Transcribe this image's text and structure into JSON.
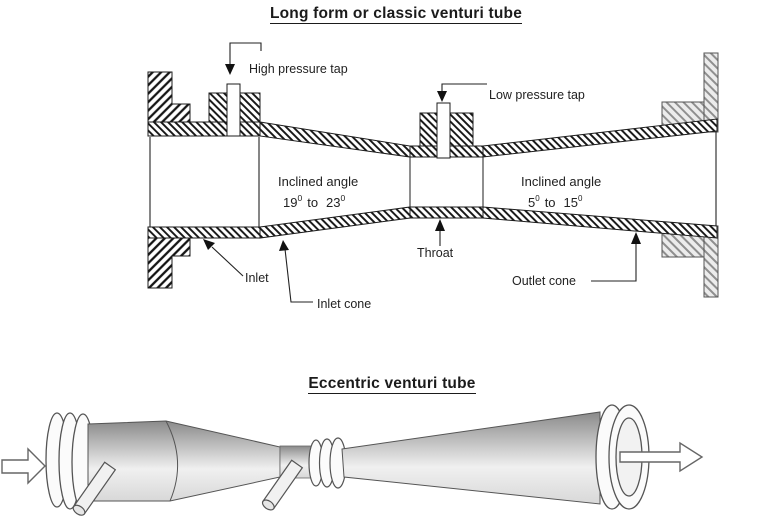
{
  "titles": {
    "top": "Long form or classic venturi tube",
    "bottom": "Eccentric venturi tube"
  },
  "top_diagram": {
    "labels": {
      "high_pressure_tap": "High pressure tap",
      "low_pressure_tap": "Low pressure tap",
      "inlet": "Inlet",
      "inlet_cone": "Inlet cone",
      "throat": "Throat",
      "outlet_cone": "Outlet cone"
    },
    "inclined_angle_left": {
      "caption": "Inclined angle",
      "from_value": "19",
      "from_sup": "0",
      "to_word": "to",
      "to_value": "23",
      "to_sup": "0"
    },
    "inclined_angle_right": {
      "caption": "Inclined angle",
      "from_value": "5",
      "from_sup": "0",
      "to_word": "to",
      "to_value": "15",
      "to_sup": "0"
    }
  },
  "bottom_diagram": {
    "flow_in_icon": "flow-in-arrow",
    "flow_out_icon": "flow-out-arrow"
  },
  "colors": {
    "line": "#222222",
    "hatch_dark": "#141414",
    "hatch_light_fill": "#ececec",
    "hatch_light_line": "#8f8f8f",
    "shade_dark": "#8a8a8a",
    "shade_light": "#f0f0f0",
    "shade_edge": "#d8d8d8",
    "background": "#ffffff"
  }
}
